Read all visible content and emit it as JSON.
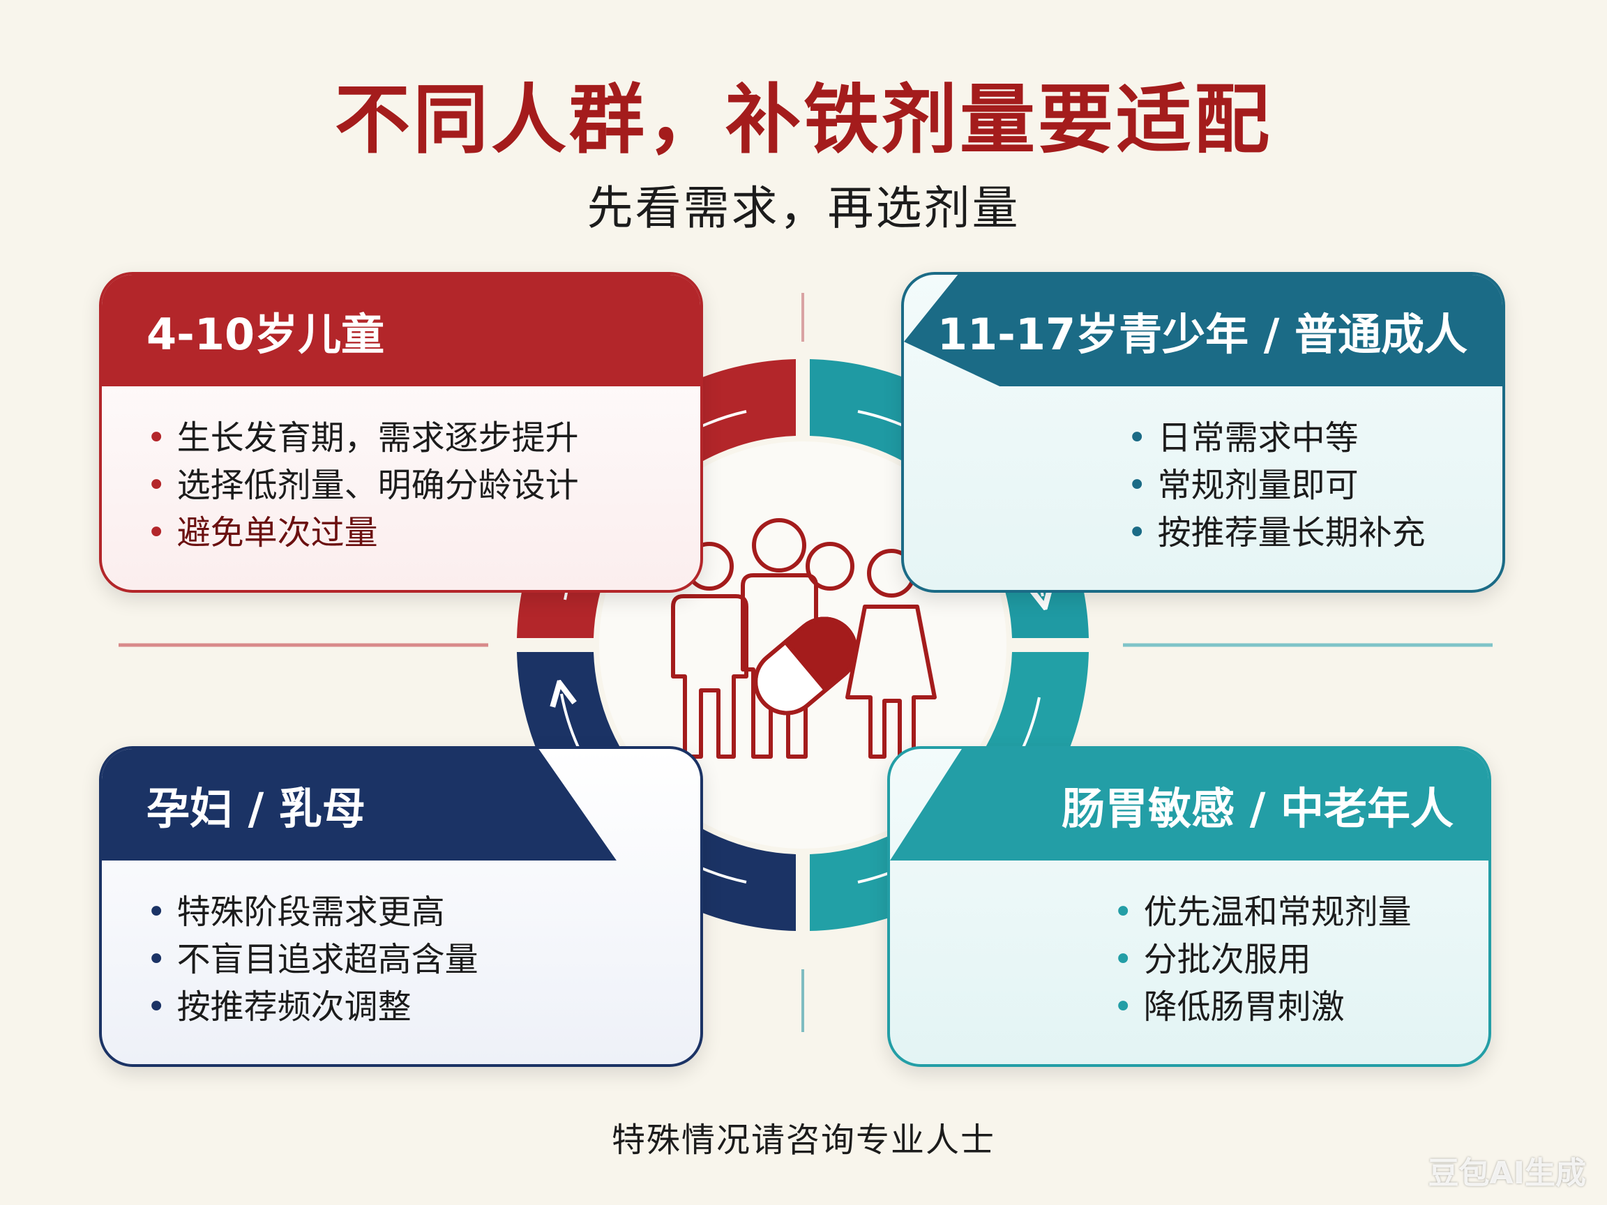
{
  "title": "不同人群，补铁剂量要适配",
  "subtitle": "先看需求，再选剂量",
  "cards": [
    {
      "title": "4-10岁儿童",
      "items": [
        "生长发育期，需求逐步提升",
        "选择低剂量、明确分龄设计",
        "避免单次过量"
      ]
    },
    {
      "title": "11-17岁青少年 / 普通成人",
      "items": [
        "日常需求中等",
        "常规剂量即可",
        "按推荐量长期补充"
      ]
    },
    {
      "title": "孕妇 / 乳母",
      "items": [
        "特殊阶段需求更高",
        "不盲目追求超高含量",
        "按推荐频次调整"
      ]
    },
    {
      "title": "肠胃敏感 / 中老年人",
      "items": [
        "优先温和常规剂量",
        "分批次服用",
        "降低肠胃刺激"
      ]
    }
  ],
  "footer": "特殊情况请咨询专业人士",
  "watermark": "豆包AI生成",
  "colors": {
    "red": "#b3262a",
    "teal_dark": "#1b6b86",
    "navy": "#1b3365",
    "teal": "#239ea6",
    "title": "#a41c1c"
  },
  "icons": {
    "center": "family-with-pill-icon"
  }
}
